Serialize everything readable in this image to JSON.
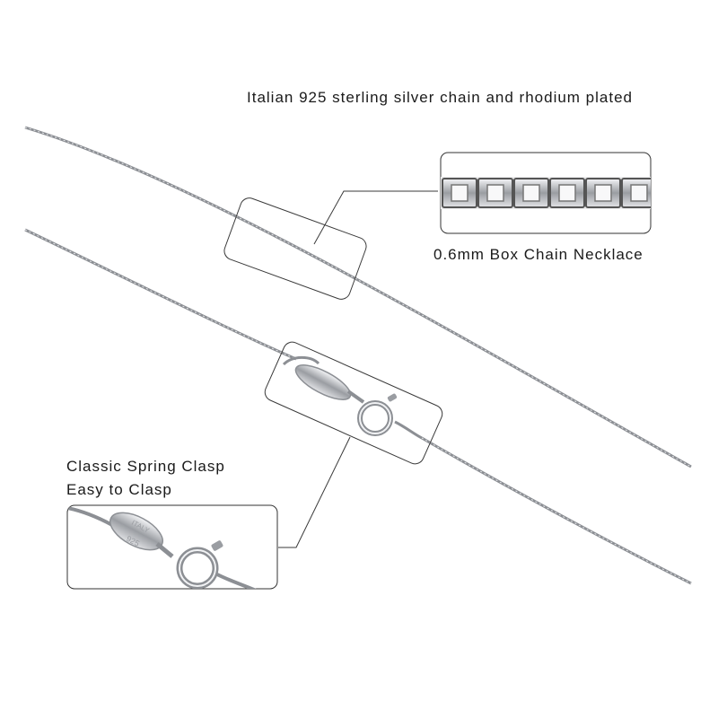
{
  "headline": "Italian 925 sterling silver chain and rhodium plated",
  "box_chain_label": "0.6mm Box Chain Necklace",
  "clasp_label": {
    "line1": "Classic Spring Clasp",
    "line2": "Easy to Clasp"
  },
  "engravings": {
    "italy": "ITALY",
    "purity": "925"
  },
  "colors": {
    "background": "#ffffff",
    "silver": "#8c8f94",
    "silver_highlight": "#e6e7ea",
    "callout_stroke": "#3a3a3a"
  }
}
